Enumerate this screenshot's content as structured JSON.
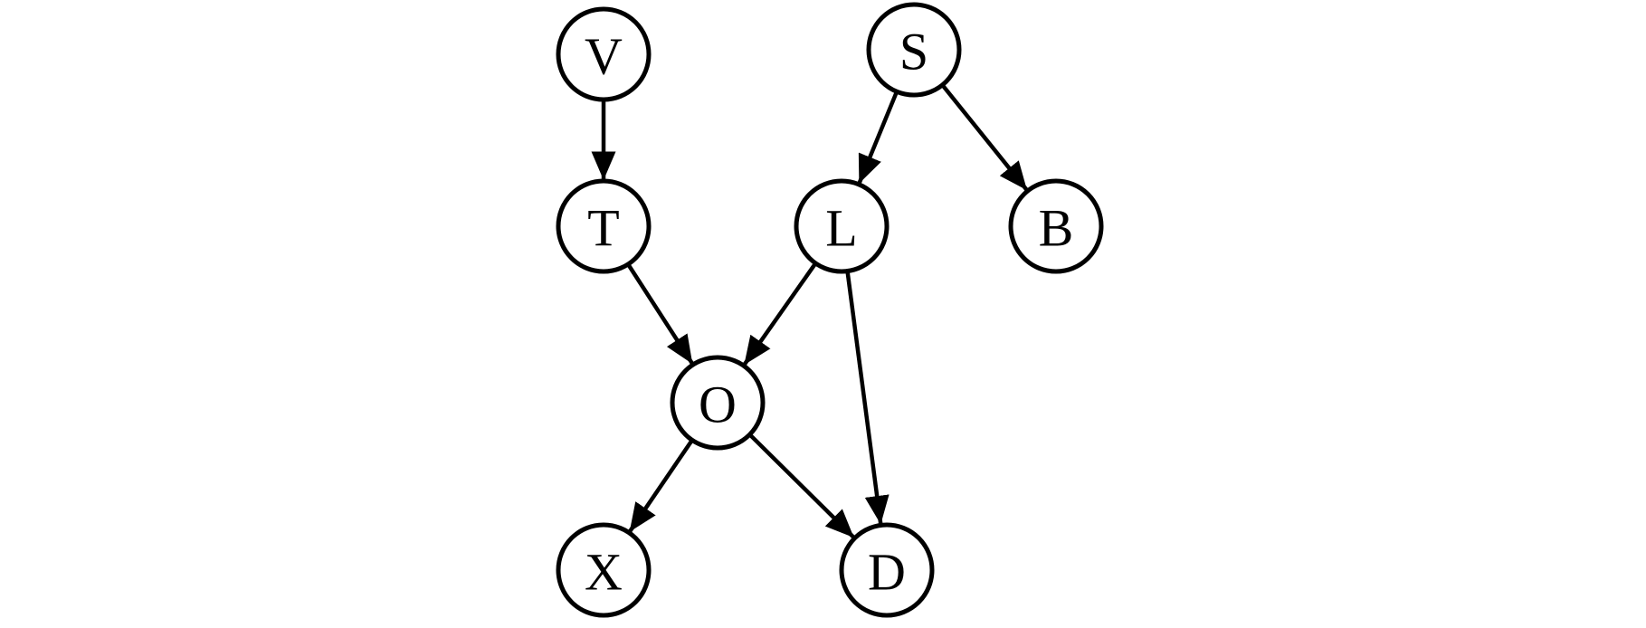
{
  "diagram": {
    "type": "directed-graph",
    "stroke_color": "#000000",
    "fill_color": "#ffffff",
    "nodes": [
      {
        "id": "V",
        "label": "V"
      },
      {
        "id": "S",
        "label": "S"
      },
      {
        "id": "T",
        "label": "T"
      },
      {
        "id": "L",
        "label": "L"
      },
      {
        "id": "B",
        "label": "B"
      },
      {
        "id": "O",
        "label": "O"
      },
      {
        "id": "X",
        "label": "X"
      },
      {
        "id": "D",
        "label": "D"
      }
    ],
    "edges": [
      {
        "from": "V",
        "to": "T"
      },
      {
        "from": "S",
        "to": "L"
      },
      {
        "from": "S",
        "to": "B"
      },
      {
        "from": "T",
        "to": "O"
      },
      {
        "from": "L",
        "to": "O"
      },
      {
        "from": "L",
        "to": "D"
      },
      {
        "from": "O",
        "to": "X"
      },
      {
        "from": "O",
        "to": "D"
      }
    ]
  }
}
